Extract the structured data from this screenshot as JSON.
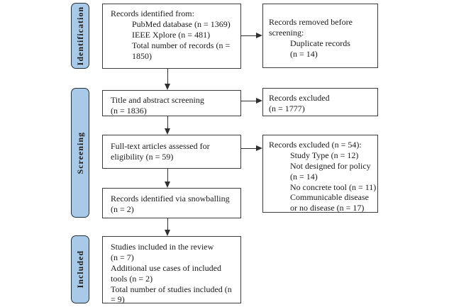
{
  "colors": {
    "bg": "#ffffff",
    "stage_fill": "#a9c9e9",
    "stage_border": "#22303c",
    "box_border": "#3c3c3c",
    "arrow": "#303030",
    "text": "#1a1a1a"
  },
  "stages": [
    {
      "label": "Identification"
    },
    {
      "label": "Screening"
    },
    {
      "label": "Included"
    }
  ],
  "boxes": {
    "identified": {
      "lines": [
        "Records identified from:",
        "PubMed database (n = 1369)",
        "IEEE Xplore (n = 481)",
        "Total number of records (n =",
        "1850)"
      ]
    },
    "removed_before": {
      "lines": [
        "Records removed before",
        "screening:",
        "Duplicate records",
        "(n = 14)"
      ]
    },
    "title_screening": {
      "lines": [
        "Title and abstract screening",
        "(n = 1836)"
      ]
    },
    "excluded_screening": {
      "lines": [
        "Records excluded",
        "(n = 1777)"
      ]
    },
    "fulltext": {
      "lines": [
        "Full-text articles assessed for",
        "eligibility (n = 59)"
      ]
    },
    "excluded_fulltext": {
      "lines": [
        "Records excluded (n = 54):",
        "Study Type (n = 12)",
        "Not designed for policy",
        "(n = 14)",
        "No concrete tool (n = 11)",
        "Communicable disease",
        "or no disease (n = 17)"
      ]
    },
    "snowballing": {
      "lines": [
        "Records identified via snowballing",
        "(n = 2)"
      ]
    },
    "included_studies": {
      "lines": [
        "Studies included in the review",
        "(n = 7)",
        "Additional use cases of included",
        "tools (n = 2)",
        "Total number of studies included (n",
        "= 9)"
      ]
    }
  }
}
